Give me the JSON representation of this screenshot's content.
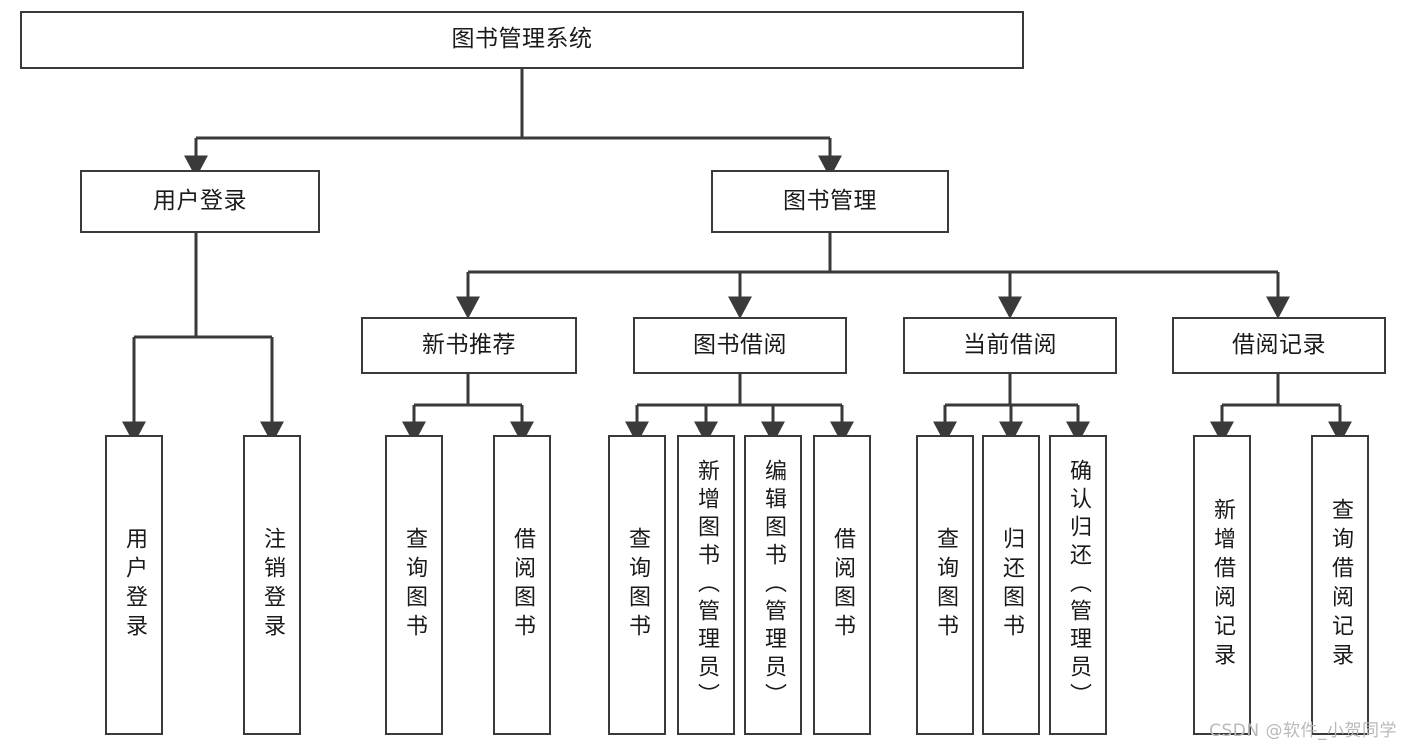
{
  "diagram": {
    "type": "tree-hierarchy",
    "title": "图书管理系统",
    "watermark": "CSDN @软件_小贺同学",
    "colors": {
      "box_border": "#3a3a3a",
      "box_fill": "#ffffff",
      "connector": "#3a3a3a",
      "text": "#1a1a1a",
      "watermark": "#b9b9b9",
      "background": "#ffffff"
    },
    "levels": [
      {
        "level": 1,
        "nodes": [
          "root"
        ]
      },
      {
        "level": 2,
        "nodes": [
          "user-login",
          "book-management"
        ]
      },
      {
        "level": 3,
        "nodes": [
          "new-book-recommend",
          "book-borrow",
          "current-borrow",
          "borrow-record"
        ]
      },
      {
        "level": 4,
        "nodes": [
          "leaf-user-login",
          "leaf-logout",
          "leaf-query-book-1",
          "leaf-borrow-book-1",
          "leaf-query-book-2",
          "leaf-add-book",
          "leaf-edit-book",
          "leaf-borrow-book-2",
          "leaf-query-book-3",
          "leaf-return-book",
          "leaf-confirm-return",
          "leaf-add-record",
          "leaf-query-record"
        ]
      }
    ],
    "nodes": {
      "root": {
        "label": "图书管理系统",
        "orientation": "horizontal"
      },
      "user-login": {
        "label": "用户登录",
        "orientation": "horizontal",
        "parent": "root"
      },
      "book-management": {
        "label": "图书管理",
        "orientation": "horizontal",
        "parent": "root"
      },
      "new-book-recommend": {
        "label": "新书推荐",
        "orientation": "horizontal",
        "parent": "book-management"
      },
      "book-borrow": {
        "label": "图书借阅",
        "orientation": "horizontal",
        "parent": "book-management"
      },
      "current-borrow": {
        "label": "当前借阅",
        "orientation": "horizontal",
        "parent": "book-management"
      },
      "borrow-record": {
        "label": "借阅记录",
        "orientation": "horizontal",
        "parent": "book-management"
      },
      "leaf-user-login": {
        "label": "用户登录",
        "orientation": "vertical",
        "parent": "user-login"
      },
      "leaf-logout": {
        "label": "注销登录",
        "orientation": "vertical",
        "parent": "user-login"
      },
      "leaf-query-book-1": {
        "label": "查询图书",
        "orientation": "vertical",
        "parent": "new-book-recommend"
      },
      "leaf-borrow-book-1": {
        "label": "借阅图书",
        "orientation": "vertical",
        "parent": "new-book-recommend"
      },
      "leaf-query-book-2": {
        "label": "查询图书",
        "orientation": "vertical",
        "parent": "book-borrow"
      },
      "leaf-add-book": {
        "label": "新增图书（管理员）",
        "orientation": "vertical",
        "parent": "book-borrow"
      },
      "leaf-edit-book": {
        "label": "编辑图书（管理员）",
        "orientation": "vertical",
        "parent": "book-borrow"
      },
      "leaf-borrow-book-2": {
        "label": "借阅图书",
        "orientation": "vertical",
        "parent": "book-borrow"
      },
      "leaf-query-book-3": {
        "label": "查询图书",
        "orientation": "vertical",
        "parent": "current-borrow"
      },
      "leaf-return-book": {
        "label": "归还图书",
        "orientation": "vertical",
        "parent": "current-borrow"
      },
      "leaf-confirm-return": {
        "label": "确认归还（管理员）",
        "orientation": "vertical",
        "parent": "current-borrow"
      },
      "leaf-add-record": {
        "label": "新增借阅记录",
        "orientation": "vertical",
        "parent": "borrow-record"
      },
      "leaf-query-record": {
        "label": "查询借阅记录",
        "orientation": "vertical",
        "parent": "borrow-record"
      }
    }
  }
}
